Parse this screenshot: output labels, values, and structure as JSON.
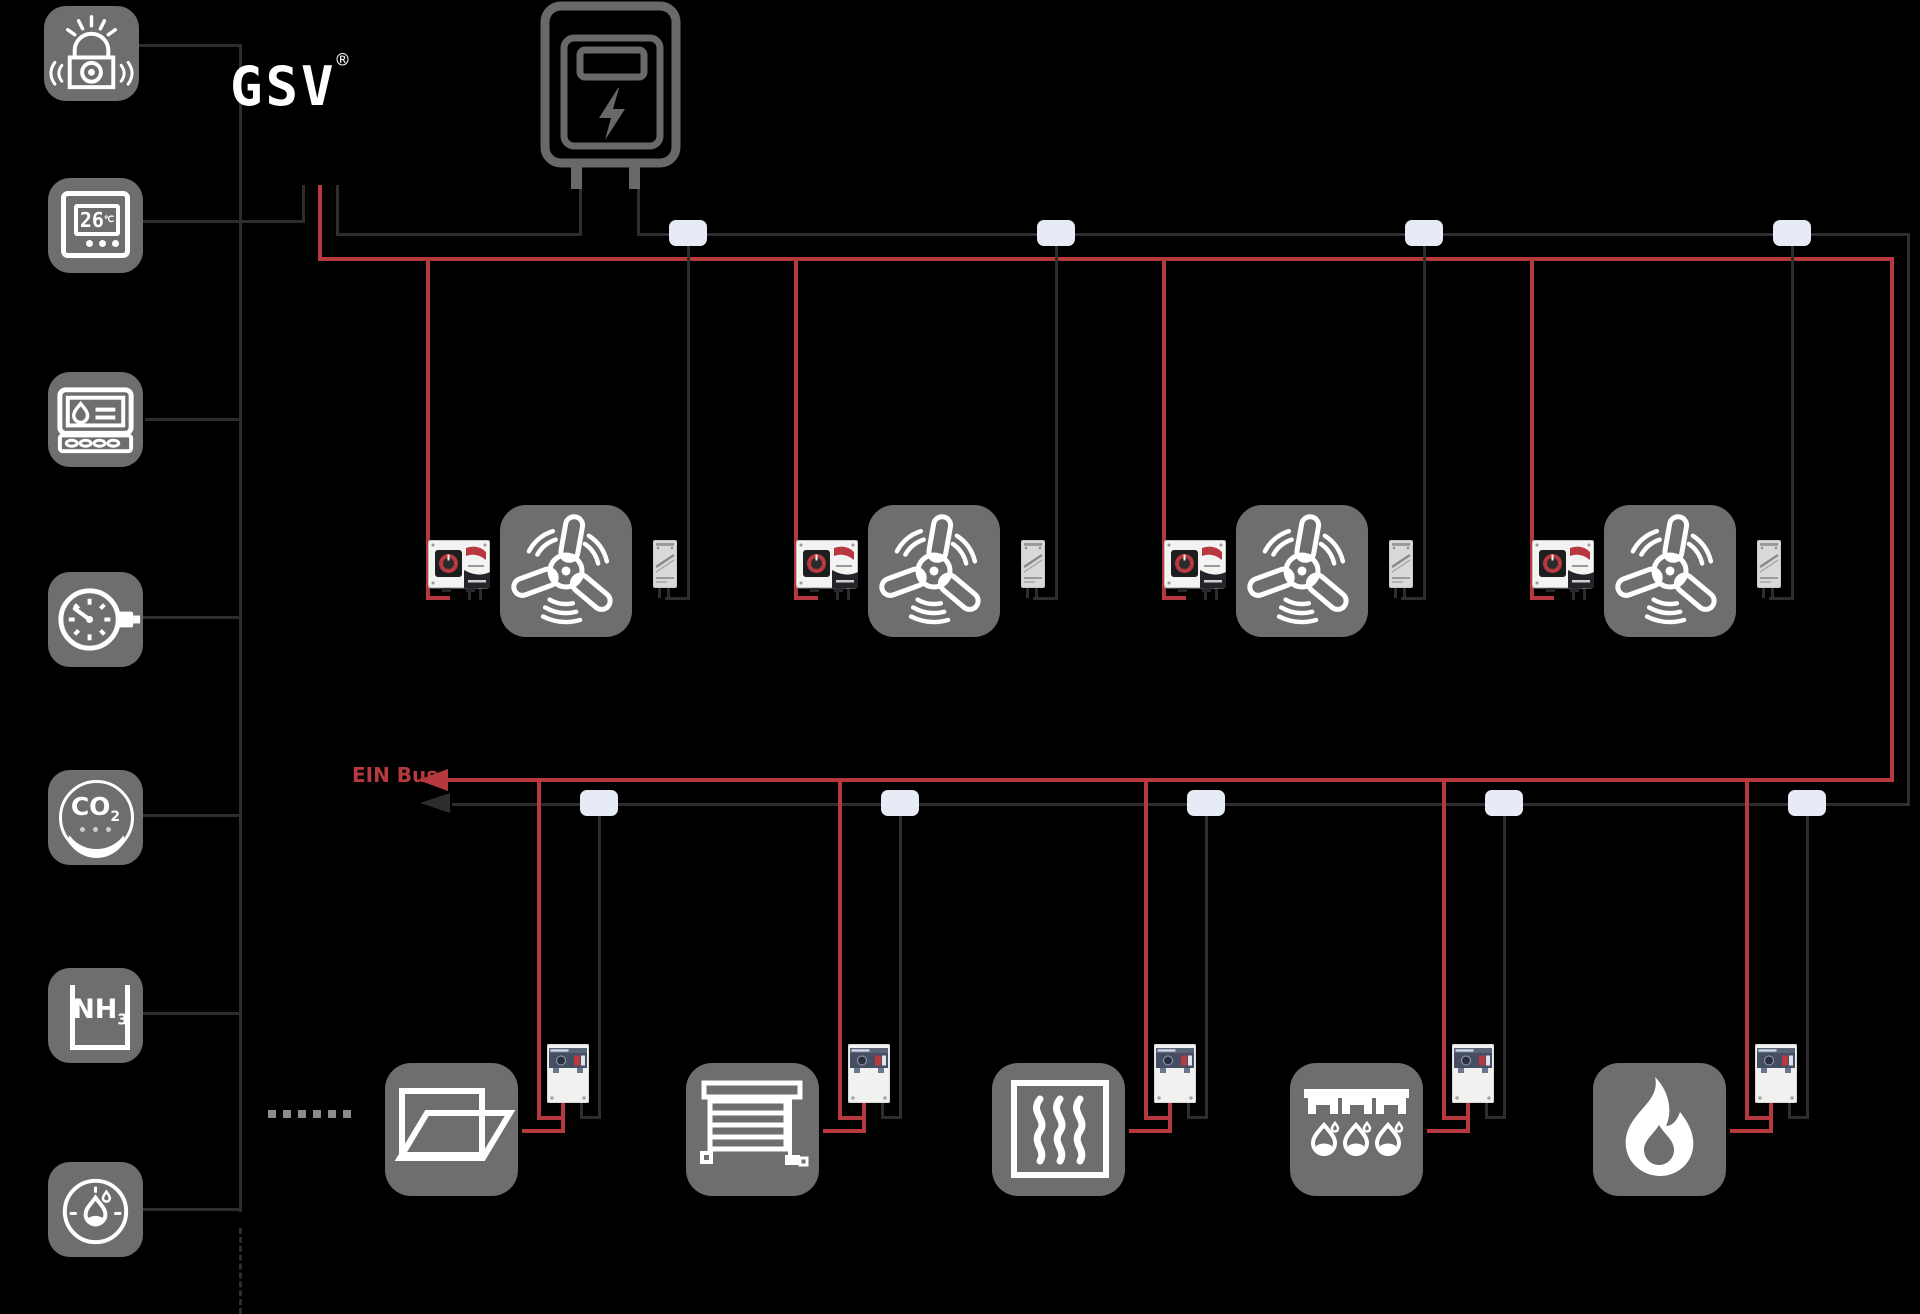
{
  "brand": {
    "logo": "GSV",
    "registered_mark": "®"
  },
  "bus_labels": {
    "ein_bus": "EIN Bus"
  },
  "sensors": {
    "alarm": {
      "icon": "siren-alarm-icon"
    },
    "thermostat": {
      "icon": "thermostat-icon",
      "value": "26",
      "unit": "℃"
    },
    "climate_controller": {
      "icon": "water-display-controller-icon"
    },
    "pressure": {
      "icon": "pressure-gauge-icon"
    },
    "co2": {
      "icon": "co2-sensor-icon",
      "formula": "CO",
      "subscript": "2"
    },
    "nh3": {
      "icon": "nh3-sensor-icon",
      "formula": "NH",
      "subscript": "3"
    },
    "humidity": {
      "icon": "humidity-gauge-icon"
    }
  },
  "power_supply": {
    "icon": "power-supply-icon"
  },
  "fan_groups": [
    {
      "name": "fan-unit-1",
      "parts": [
        "speed-controller",
        "exhaust-fan",
        "servo-module"
      ]
    },
    {
      "name": "fan-unit-2",
      "parts": [
        "speed-controller",
        "exhaust-fan",
        "servo-module"
      ]
    },
    {
      "name": "fan-unit-3",
      "parts": [
        "speed-controller",
        "exhaust-fan",
        "servo-module"
      ]
    },
    {
      "name": "fan-unit-4",
      "parts": [
        "speed-controller",
        "exhaust-fan",
        "servo-module"
      ]
    }
  ],
  "actuator_groups": [
    {
      "name": "air-inlet-flap",
      "parts": [
        "relay-box",
        "air-inlet-flap-icon"
      ]
    },
    {
      "name": "roller-shutter",
      "parts": [
        "relay-box",
        "roller-shutter-icon"
      ]
    },
    {
      "name": "heating",
      "parts": [
        "relay-box",
        "heating-icon"
      ]
    },
    {
      "name": "sprinkler-cooling",
      "parts": [
        "relay-box",
        "sprinkler-icon"
      ]
    },
    {
      "name": "fire-heater",
      "parts": [
        "relay-box",
        "flame-icon"
      ]
    }
  ],
  "connector_nodes": {
    "top_row_count": 4,
    "bottom_row_count": 5
  },
  "continuation_dots_count": 6,
  "colors": {
    "background": "#000000",
    "red_bus": "#b5393f",
    "black_bus": "#2d2d2d",
    "icon_box": "#6e6e6e",
    "node_fill": "#e7ebf5",
    "icon_stroke": "#ffffff",
    "power_outline": "#696969"
  }
}
